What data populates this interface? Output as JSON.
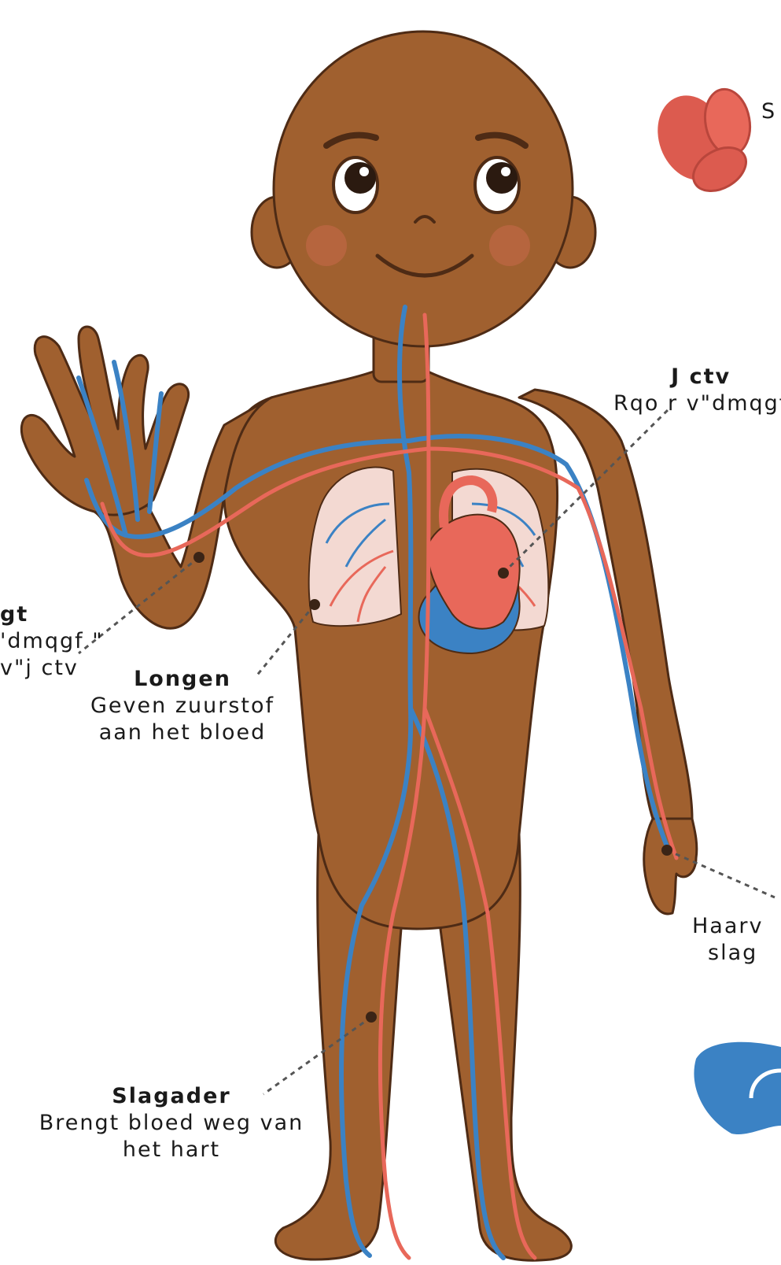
{
  "colors": {
    "skin": "#a0602f",
    "skin_outline": "#4e2b15",
    "vein": "#3b82c4",
    "artery": "#e8685a",
    "lung_fill": "#f3d9d2",
    "blood_cell": "#dc5b4f"
  },
  "labels": {
    "heart": {
      "title": "J ctv",
      "desc": "Rqo r v\"dmqgf"
    },
    "vein": {
      "title": "gt",
      "desc1": "'dmqgf \"",
      "desc2": "v\"j ctv"
    },
    "lungs": {
      "title": "Longen",
      "desc1": "Geven zuurstof",
      "desc2": "aan het bloed"
    },
    "capillary": {
      "desc1": "Haarv",
      "desc2": "slag"
    },
    "artery": {
      "title": "Slagader",
      "desc1": "Brengt bloed weg van",
      "desc2": "het hart"
    },
    "blood_cell": {
      "title": "S"
    }
  },
  "icons": [
    "blood-cells-icon",
    "vein-valve-icon"
  ]
}
